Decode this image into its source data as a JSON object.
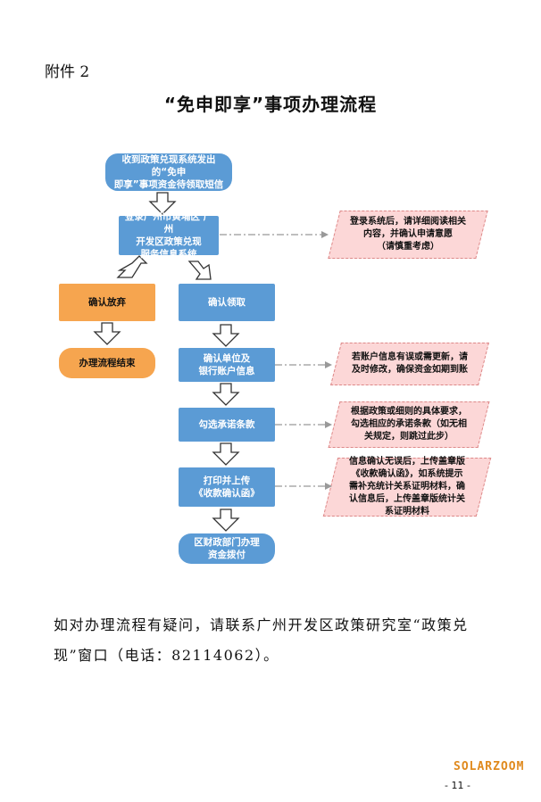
{
  "header": {
    "attachment": "附件 2",
    "title": "“免申即享”事项办理流程"
  },
  "flow": {
    "step1": "收到政策兑现系统发出的“免申\n即享”事项资金待领取短信",
    "step2": "登录广州市黄埔区 广州\n开发区政策兑现\n服务信息系统",
    "note1": "登录系统后，请详细阅读相关\n内容，并确认申请意愿\n（请慎重考虑）",
    "abandon": "确认放弃",
    "end": "办理流程结束",
    "claim": "确认领取",
    "confirm_account": "确认单位及\n银行账户信息",
    "note2": "若账户信息有误或需更新，请\n及时修改，确保资金如期到账",
    "select_terms": "勾选承诺条款",
    "note3": "根据政策或细则的具体要求，\n勾选相应的承诺条款（如无相\n关规定，则跳过此步）",
    "print_upload": "打印并上传\n《收款确认函》",
    "note4": "信息确认无误后，上传盖章版\n《收款确认函》，如系统提示\n需补充统计关系证明材料，确\n认信息后，上传盖章版统计关\n系证明材料",
    "disburse": "区财政部门办理\n资金拨付"
  },
  "footer": {
    "contact": "如对办理流程有疑问，请联系广州开发区政策研究室“政策兑现”窗口（电话：82114062）。",
    "logo": "SOLARZOOM",
    "page": "- 11 -"
  },
  "colors": {
    "blue": "#5b9bd5",
    "orange": "#f6a54f",
    "note_fill": "#fcd7d7"
  }
}
